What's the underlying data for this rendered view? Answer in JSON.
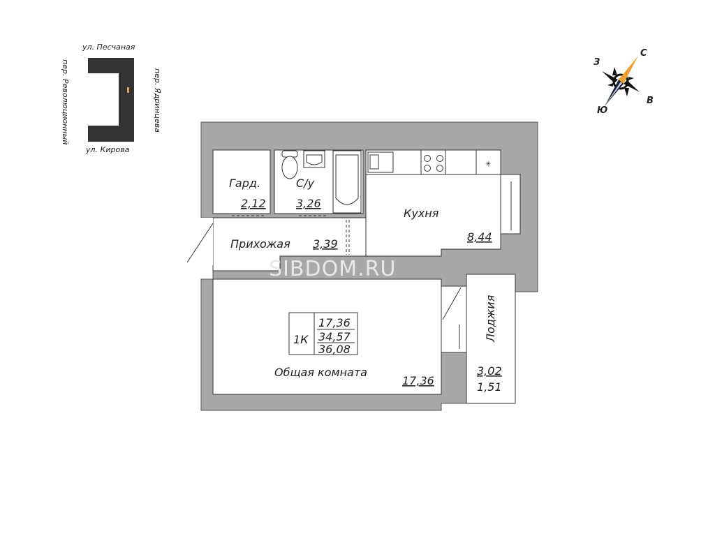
{
  "site_plan": {
    "streets": {
      "north": "ул. Песчаная",
      "south": "ул. Кирова",
      "west": "пер. Революционный",
      "east": "пер. Ядринцева"
    }
  },
  "compass": {
    "north": "С",
    "south": "Ю",
    "east": "В",
    "west": "З",
    "accent_color": "#f0a030"
  },
  "rooms": {
    "wardrobe": {
      "name": "Гард.",
      "area": "2,12"
    },
    "bathroom": {
      "name": "С/у",
      "area": "3,26"
    },
    "kitchen": {
      "name": "Кухня",
      "area": "8,44"
    },
    "hallway": {
      "name": "Прихожая",
      "area": "3,39"
    },
    "living": {
      "name": "Общая комната",
      "area": "17,36"
    },
    "loggia": {
      "name": "Лоджия",
      "area": "3,02",
      "area_reduced": "1,51"
    }
  },
  "summary": {
    "type": "1К",
    "living_area": "17,36",
    "total_area": "34,57",
    "total_with_loggia": "36,08"
  },
  "watermark": "SIBDOM.RU",
  "colors": {
    "wall": "#a8a8a8",
    "line": "#333333"
  }
}
